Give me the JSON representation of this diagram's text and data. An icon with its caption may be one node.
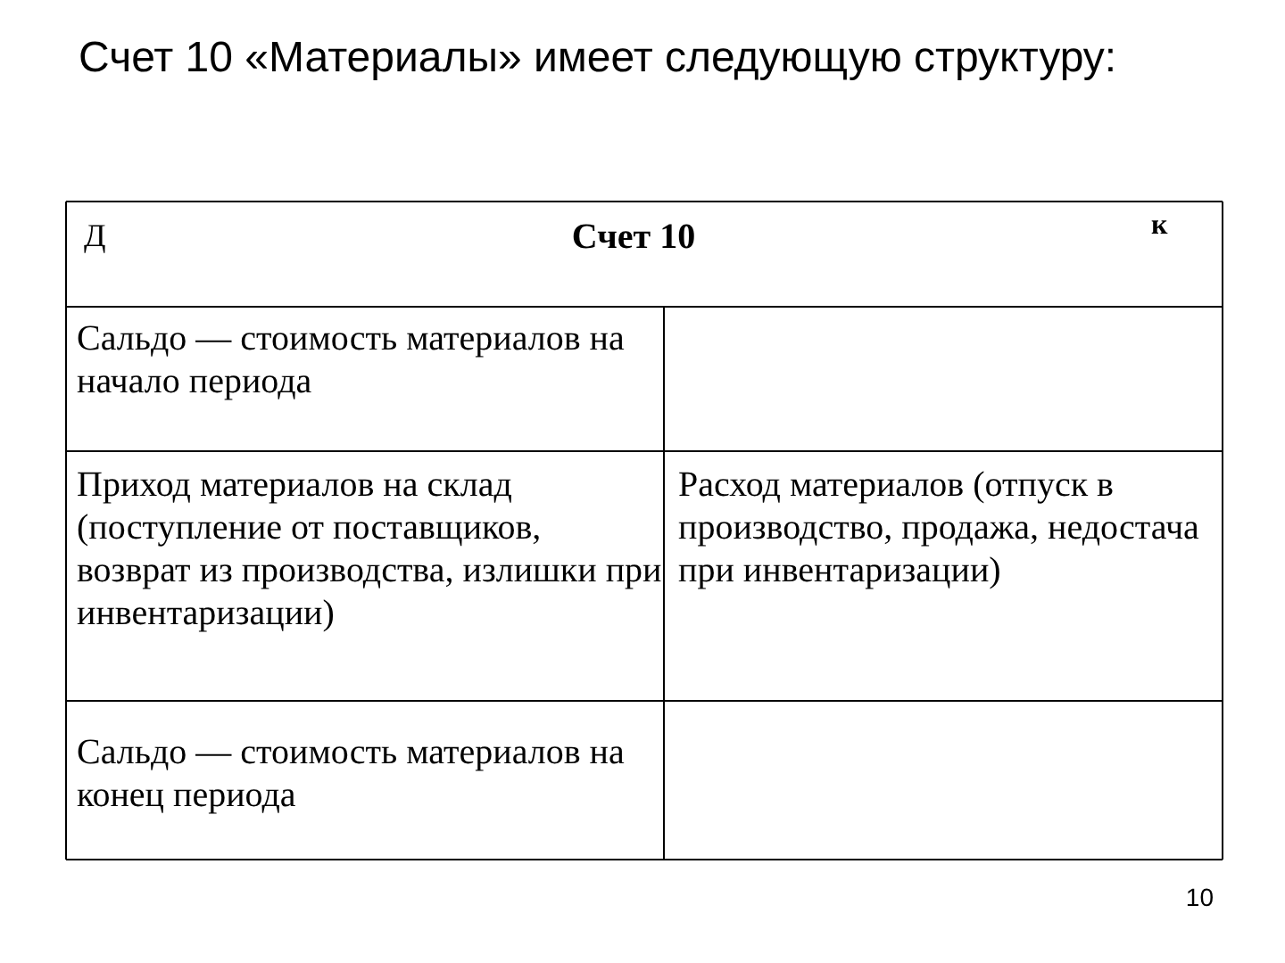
{
  "diagram": {
    "title": "Счет 10 «Материалы» имеет следующую структуру:",
    "labels": [
      "Д",
      "Счет 10",
      "к",
      "Сальдо — стоимость материалов на начало периода",
      "Приход материалов на склад (поступление от поставщиков, возврат из производства, излишки при инвентаризации)",
      "Расход материалов (отпуск в производство, продажа, недостача при инвентаризации)",
      "Сальдо — стоимость материалов на конец периода",
      "10"
    ]
  }
}
